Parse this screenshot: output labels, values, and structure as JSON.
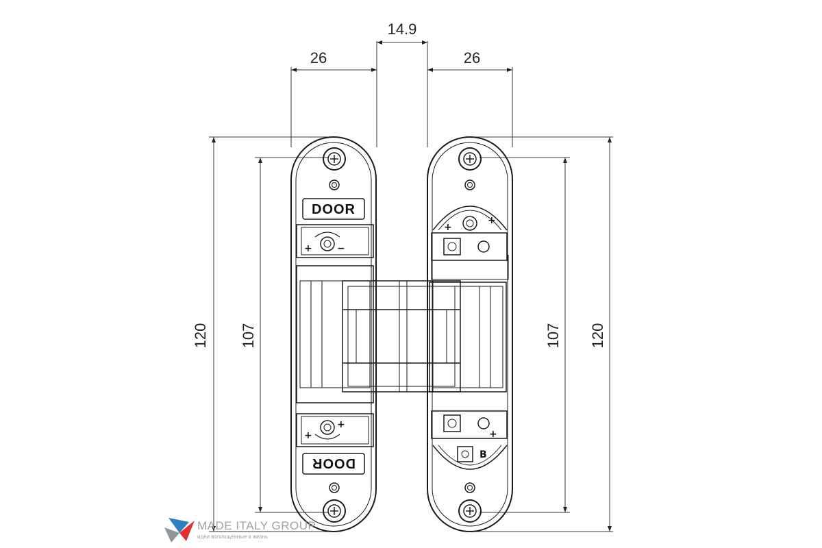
{
  "dimensions": {
    "gap_width": "14.9",
    "left_width": "26",
    "right_width": "26",
    "left_outer_height": "120",
    "left_inner_height": "107",
    "right_inner_height": "107",
    "right_outer_height": "120"
  },
  "labels": {
    "door_top": "DOOR",
    "door_bottom": "DOOR",
    "plus": "+",
    "minus": "−",
    "mark_b": "B"
  },
  "watermark": {
    "title": "MADE ITALY GROUP",
    "subtitle": "идеи воплощенные в жизнь"
  },
  "colors": {
    "line": "#1a1a1a",
    "watermark_text": "#9aa3a8",
    "logo_blue": "#2f7fc2",
    "logo_red": "#e0312f",
    "logo_gray": "#8d979c"
  }
}
